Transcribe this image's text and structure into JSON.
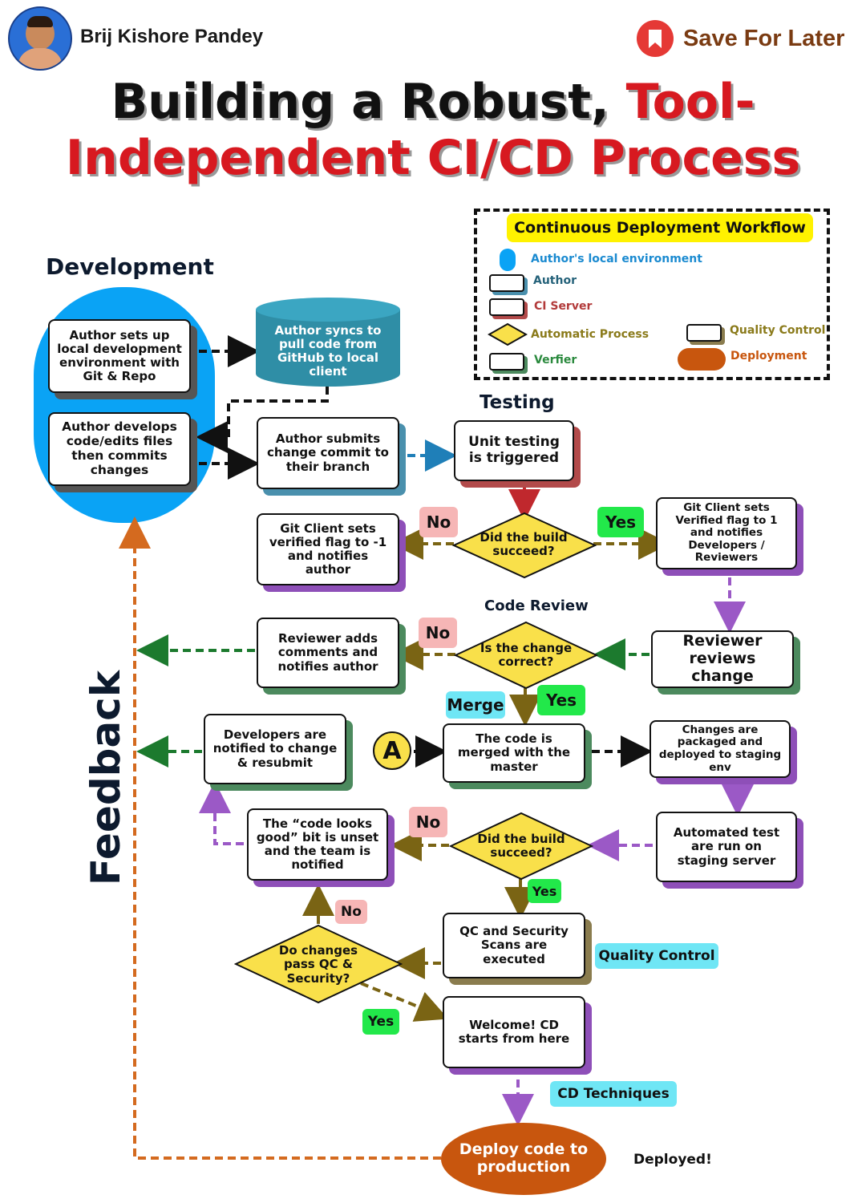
{
  "header": {
    "author_name": "Brij Kishore Pandey",
    "save_label": "Save For Later",
    "title_black": "Building a Robust,",
    "title_red_1": "Tool-",
    "title_red_2": "Independent CI/CD Process"
  },
  "legend": {
    "title": "Continuous Deployment Workflow",
    "items": {
      "local_env": "Author's local environment",
      "author": "Author",
      "ci_server": "CI Server",
      "automatic": "Automatic Process",
      "quality": "Quality Control",
      "verifier": "Verfier",
      "deployment": "Deployment"
    }
  },
  "sections": {
    "development": "Development",
    "testing": "Testing",
    "code_review": "Code Review",
    "feedback": "Feedback"
  },
  "nodes": {
    "setup_env": "Author sets up local development environment with Git & Repo",
    "develops": "Author develops code/edits files then commits changes",
    "syncs": "Author syncs to pull code from GitHub to local client",
    "submits": "Author submits change commit to their branch",
    "unit_test": "Unit testing is triggered",
    "build_q1": "Did the build succeed?",
    "verified_flag": "Git Client sets Verified flag to 1 and notifies Developers / Reviewers",
    "flag_minus": "Git Client sets verified flag to -1 and notifies author",
    "reviewer_reviews": "Reviewer reviews change",
    "change_correct": "Is the change correct?",
    "reviewer_comments": "Reviewer adds comments and notifies author",
    "connector": "A",
    "merged": "The code is merged with the master",
    "packaged": "Changes are packaged and deployed to staging env",
    "dev_notified": "Developers are notified to change & resubmit",
    "automated_test": "Automated test are run on staging server",
    "build_q2": "Did the build succeed?",
    "code_looks_good": "The “code looks good” bit is unset and the team is notified",
    "qc_scans": "QC and Security Scans are executed",
    "qc_q": "Do changes pass QC & Security?",
    "welcome": "Welcome! CD starts from here",
    "deploy": "Deploy code to production",
    "deployed": "Deployed!"
  },
  "tags": {
    "no_1": "No",
    "yes_1": "Yes",
    "no_2": "No",
    "merge": "Merge",
    "yes_2": "Yes",
    "no_3": "No",
    "yes_3": "Yes",
    "no_4": "No",
    "yes_4": "Yes",
    "quality_control": "Quality Control",
    "cd_techniques": "CD Techniques"
  },
  "colors": {
    "title_red": "#d71920",
    "dev_blue": "#0aa3f5",
    "cylinder_teal": "#2f8ea6",
    "diamond_yellow": "#f9e04a",
    "deploy_orange": "#c8560e",
    "arrow_olive": "#7a6414",
    "arrow_green": "#1c7a2e",
    "arrow_purple": "#9b59c6",
    "arrow_blue": "#1f7fb8",
    "arrow_orange": "#d46a1f"
  }
}
